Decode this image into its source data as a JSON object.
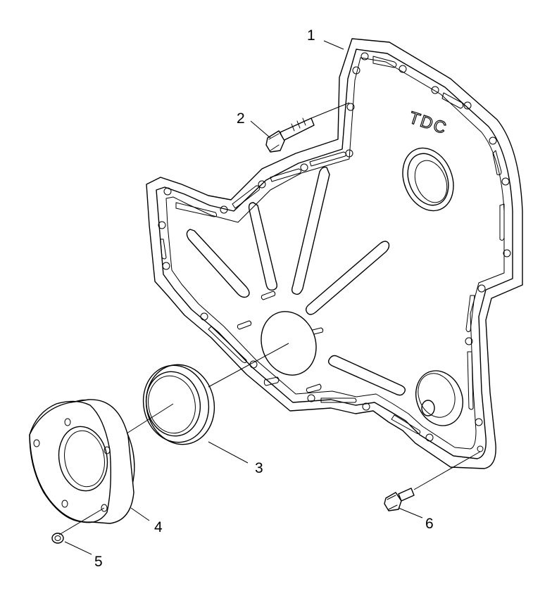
{
  "diagram": {
    "callouts": [
      "1",
      "2",
      "3",
      "4",
      "5",
      "6"
    ],
    "embossed_text": "TDC"
  }
}
